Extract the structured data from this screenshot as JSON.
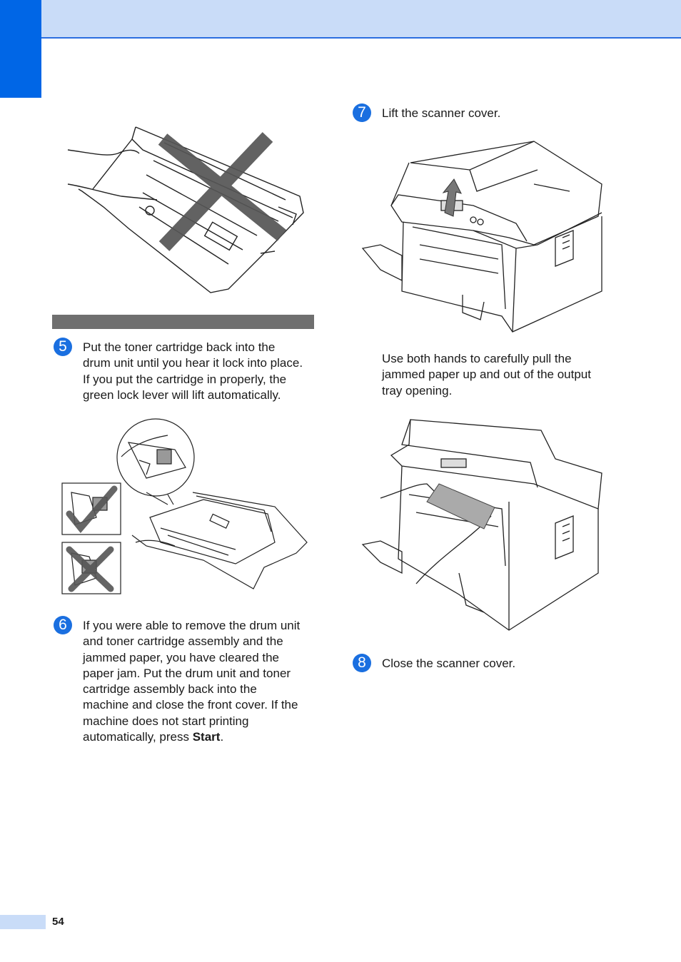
{
  "page": {
    "number": "54"
  },
  "steps": [
    {
      "number": "5",
      "lines": [
        "Put the toner cartridge back into the",
        "drum unit until you hear it lock into place.",
        "If you put the cartridge in properly, the",
        "green lock lever will lift automatically."
      ]
    },
    {
      "number": "6",
      "lines": [
        "If you were able to remove the drum unit",
        "and toner cartridge assembly and the",
        "jammed paper, you have cleared the",
        "paper jam. Put the drum unit and toner",
        "cartridge assembly back into the",
        "machine and close the front cover. If the",
        "machine does not start printing"
      ],
      "last_line_prefix": "automatically, press ",
      "last_line_bold": "Start",
      "last_line_suffix": "."
    },
    {
      "number": "7",
      "lines": [
        "Lift the scanner cover."
      ]
    },
    {
      "number": "8",
      "lines": [
        "Close the scanner cover."
      ]
    }
  ],
  "instruction": {
    "lines": [
      "Use both hands to carefully pull the",
      "jammed paper up and out of the output",
      "tray opening."
    ]
  },
  "colors": {
    "accent_blue": "#0066e6",
    "band_light_blue": "#c9dcf8",
    "badge_blue": "#1a6fe0",
    "bar_gray": "#6f6f6f",
    "cross_gray": "#555555"
  }
}
